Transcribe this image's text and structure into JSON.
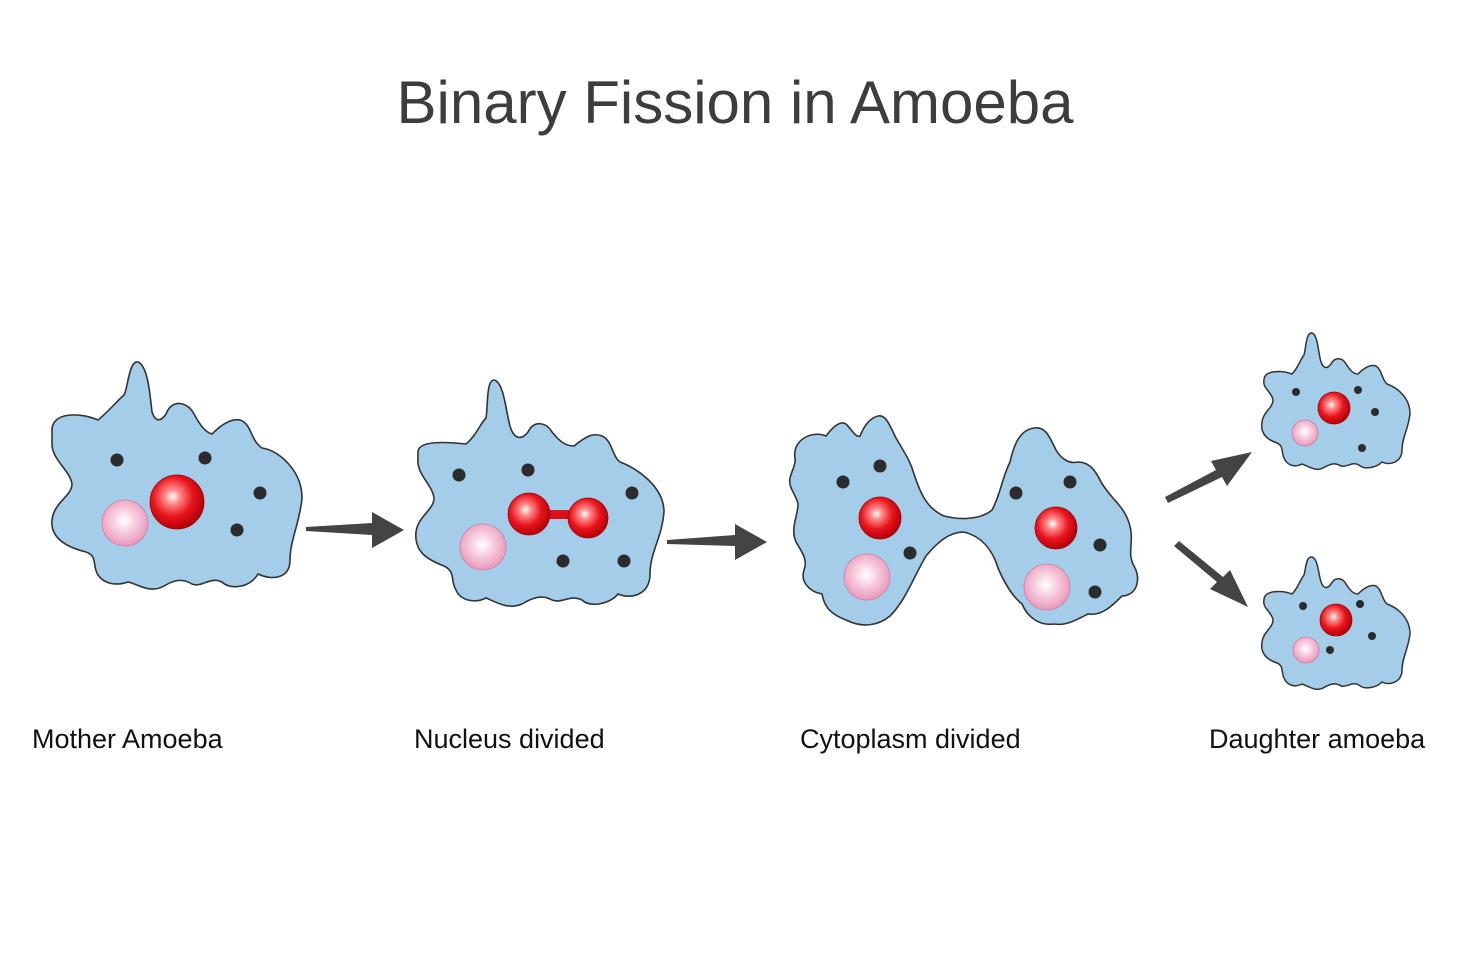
{
  "title": "Binary Fission in Amoeba",
  "stages": [
    {
      "label": "Mother Amoeba"
    },
    {
      "label": "Nucleus divided"
    },
    {
      "label": "Cytoplasm divided"
    },
    {
      "label": "Daughter amoeba"
    }
  ],
  "colors": {
    "cytoplasm": "#a3cde9",
    "outline": "#333333",
    "nucleus": "#e0141b",
    "vacuole": "#f0a8c8",
    "granule": "#2b2b2b",
    "arrow": "#444444",
    "title": "#3d3d3d"
  }
}
